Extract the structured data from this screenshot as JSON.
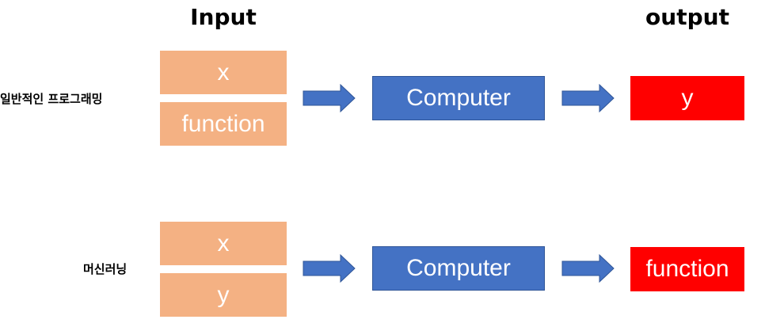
{
  "headers": {
    "input": "Input",
    "output": "output"
  },
  "rows": [
    {
      "label": "일반적인 프로그래밍",
      "inputs": [
        "x",
        "function"
      ],
      "process": "Computer",
      "output": "y"
    },
    {
      "label": "머신러닝",
      "inputs": [
        "x",
        "y"
      ],
      "process": "Computer",
      "output": "function"
    }
  ],
  "colors": {
    "input": "#f4b183",
    "process": "#4472c4",
    "output": "#ff0000",
    "arrow": "#4472c4"
  }
}
